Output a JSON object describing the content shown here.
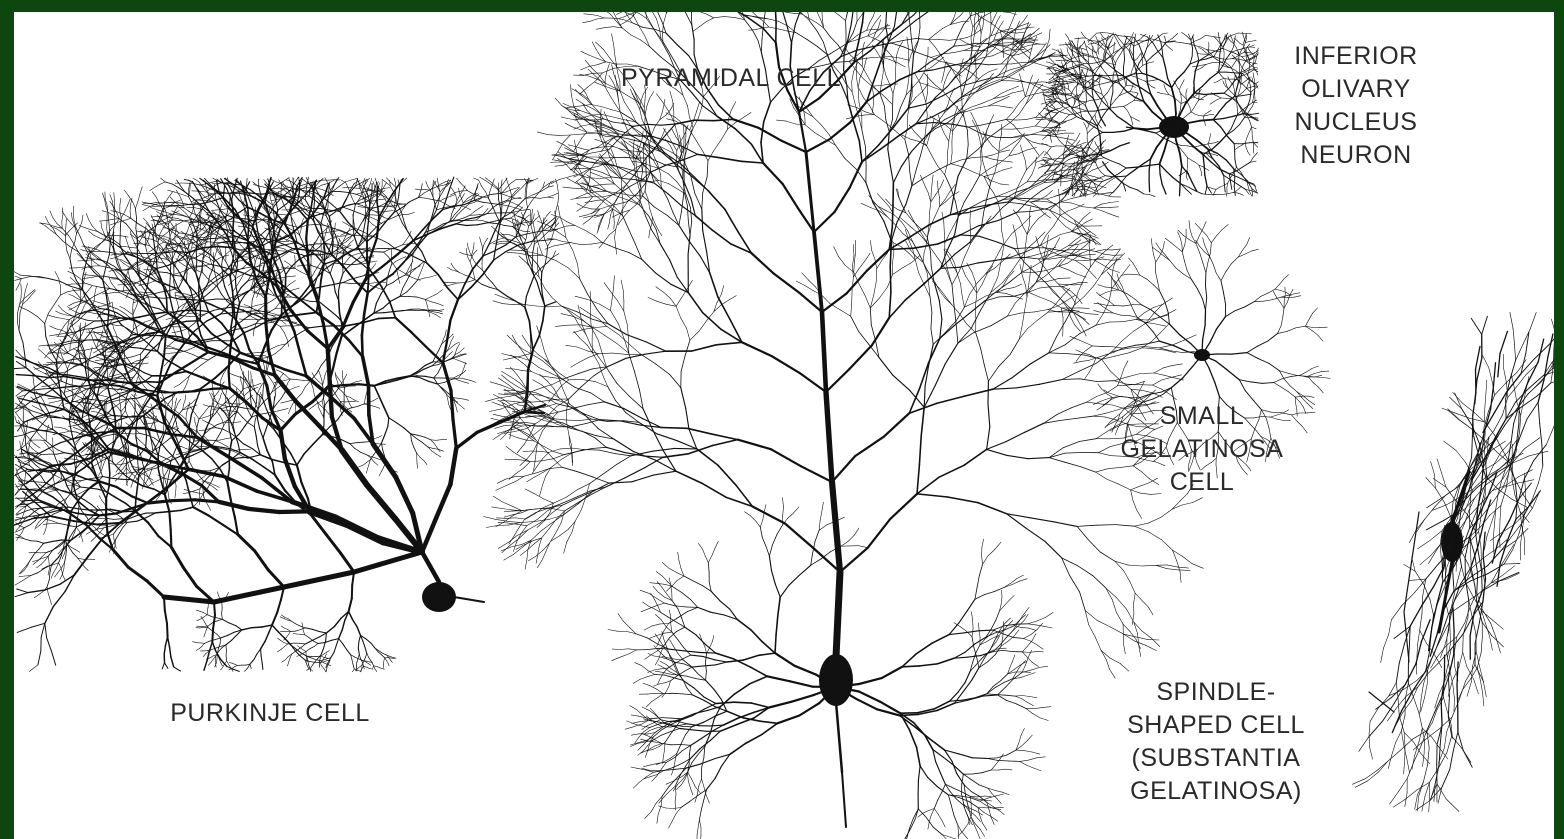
{
  "figure": {
    "background": "#ffffff",
    "frame_color": "#0d470d",
    "ink_color": "#111111"
  },
  "labels": {
    "purkinje": "PURKINJE CELL",
    "pyramidal": "PYRAMIDAL CELL",
    "inferior_olivary": [
      "INFERIOR",
      "OLIVARY",
      "NUCLEUS",
      "NEURON"
    ],
    "small_gelatinosa": [
      "SMALL",
      "GELATINOSA",
      "CELL"
    ],
    "spindle": [
      "SPINDLE-",
      "SHAPED CELL",
      "(SUBSTANTIA",
      "GELATINOSA)"
    ]
  }
}
